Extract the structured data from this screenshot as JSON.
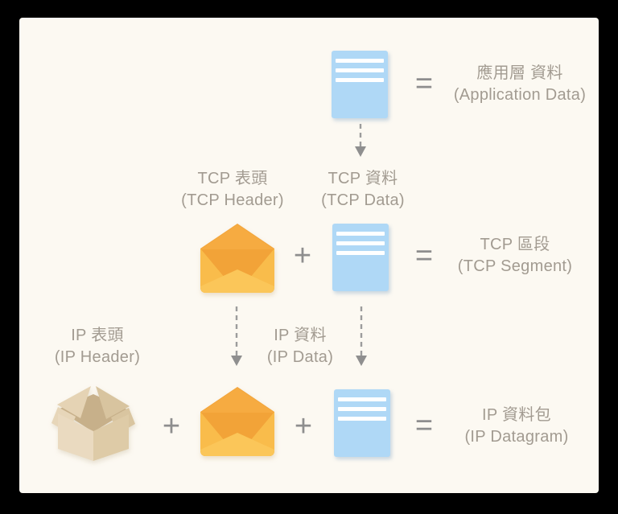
{
  "colors": {
    "frame_bg": "#000000",
    "canvas_bg": "#FCF9F2",
    "text": "#A29B91",
    "operator": "#8E8E8E",
    "arrow_line": "#9C9C9C",
    "arrow_head": "#8F8F8F",
    "document_fill": "#AFD8F6",
    "document_stripe": "#FFFFFF",
    "envelope_back": "#F6AB41",
    "envelope_inner": "#F2A338",
    "envelope_flap_side": "#F9BC4B",
    "envelope_flap_bottom": "#FBC659",
    "box_interior": "#C7B08A",
    "box_roof_left": "#E5D3B4",
    "box_roof_right": "#D8C49F",
    "box_face_left": "#EADAC0",
    "box_face_right": "#DECBA7",
    "box_flap_left": "#E7D6B9",
    "box_flap_right": "#D9C5A0"
  },
  "operators": {
    "plus": "+",
    "equals": "="
  },
  "rows": {
    "application": {
      "result_zh": "應用層 資料",
      "result_en": "(Application Data)"
    },
    "tcp": {
      "header_zh": "TCP 表頭",
      "header_en": "(TCP Header)",
      "data_zh": "TCP 資料",
      "data_en": "(TCP Data)",
      "result_zh": "TCP 區段",
      "result_en": "(TCP Segment)"
    },
    "ip": {
      "header_zh": "IP 表頭",
      "header_en": "(IP Header)",
      "data_zh": "IP 資料",
      "data_en": "(IP Data)",
      "result_zh": "IP 資料包",
      "result_en": "(IP Datagram)"
    }
  }
}
